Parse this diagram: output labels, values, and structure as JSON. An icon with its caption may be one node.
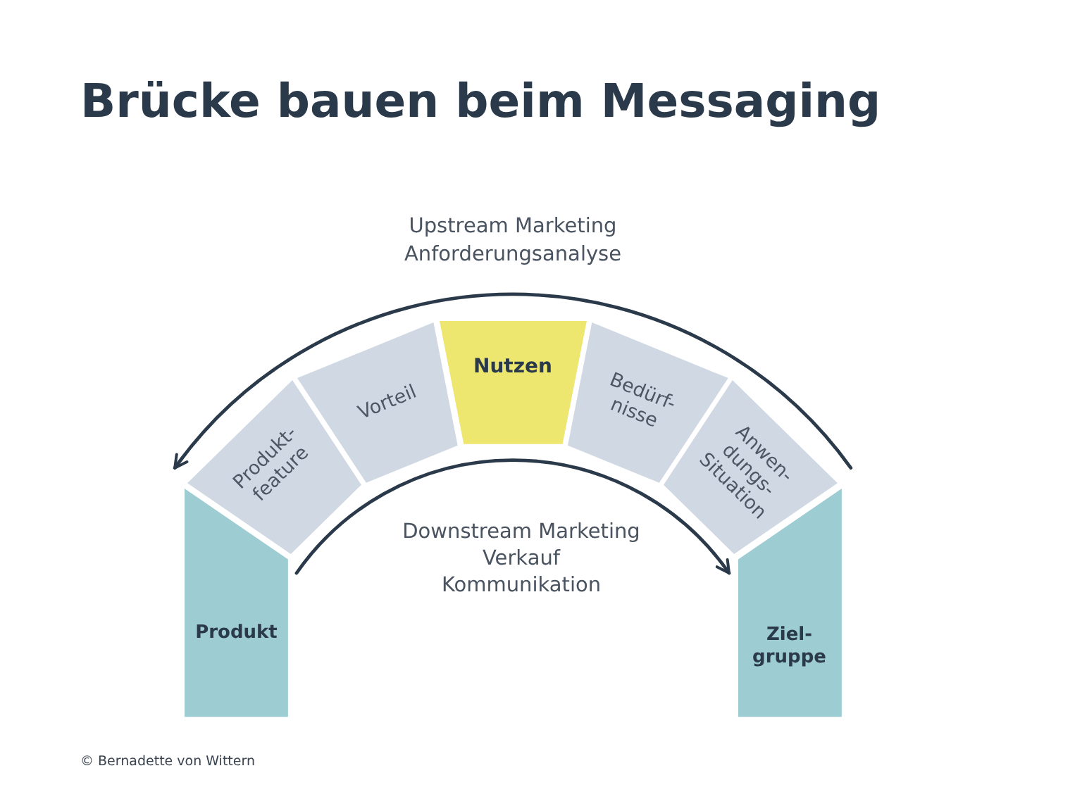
{
  "diagram": {
    "title": "Brücke bauen beim Messaging",
    "nodes": [
      {
        "text": [
          "Produkt"
        ]
      },
      {
        "text": [
          "Produkt- feature"
        ]
      },
      {
        "text": [
          "Vorteil"
        ]
      },
      {
        "text": [
          "Nutzen"
        ]
      },
      {
        "text": [
          "Bedürf- nisse"
        ]
      },
      {
        "text": [
          "Anwen- dungs- Situation"
        ]
      },
      {
        "text": [
          "Ziel- gruppe"
        ]
      }
    ],
    "edges": [
      {
        "from": 6,
        "to": 0,
        "arrow": "to"
      },
      {
        "from": 0,
        "to": 6,
        "arrow": "to"
      }
    ],
    "labels": [
      "Upstream Marketing",
      "Anforderungsanalyse",
      "Downstream Marketing",
      "Verkauf",
      "Kommunikation",
      "© Bernadette von Wittern"
    ]
  }
}
